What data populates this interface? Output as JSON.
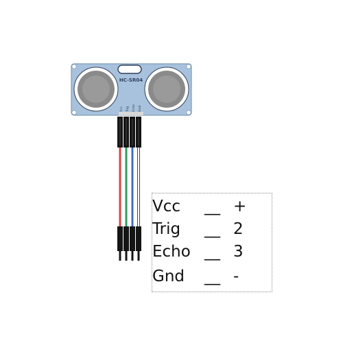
{
  "module": {
    "label": "HC-SR04",
    "pins": [
      "Vcc",
      "Trig",
      "Echo",
      "Gnd"
    ]
  },
  "colors": {
    "board": "#a8c2dd",
    "board_edge": "#7f9bb8",
    "board_text": "#2f3f5c",
    "wire_vcc": "#d64545",
    "wire_trig": "#2e9d5c",
    "wire_echo": "#3f6fc0",
    "wire_gnd": "#1a1a1a",
    "connector": "#151515",
    "legend_border": "#8c8c8c"
  },
  "legend": {
    "rows": [
      {
        "name": "Vcc",
        "sep": "__",
        "pin": "+"
      },
      {
        "name": "Trig",
        "sep": "__",
        "pin": "2"
      },
      {
        "name": "Echo",
        "sep": "__",
        "pin": "3"
      },
      {
        "name": "Gnd",
        "sep": "__",
        "pin": "-"
      }
    ]
  }
}
